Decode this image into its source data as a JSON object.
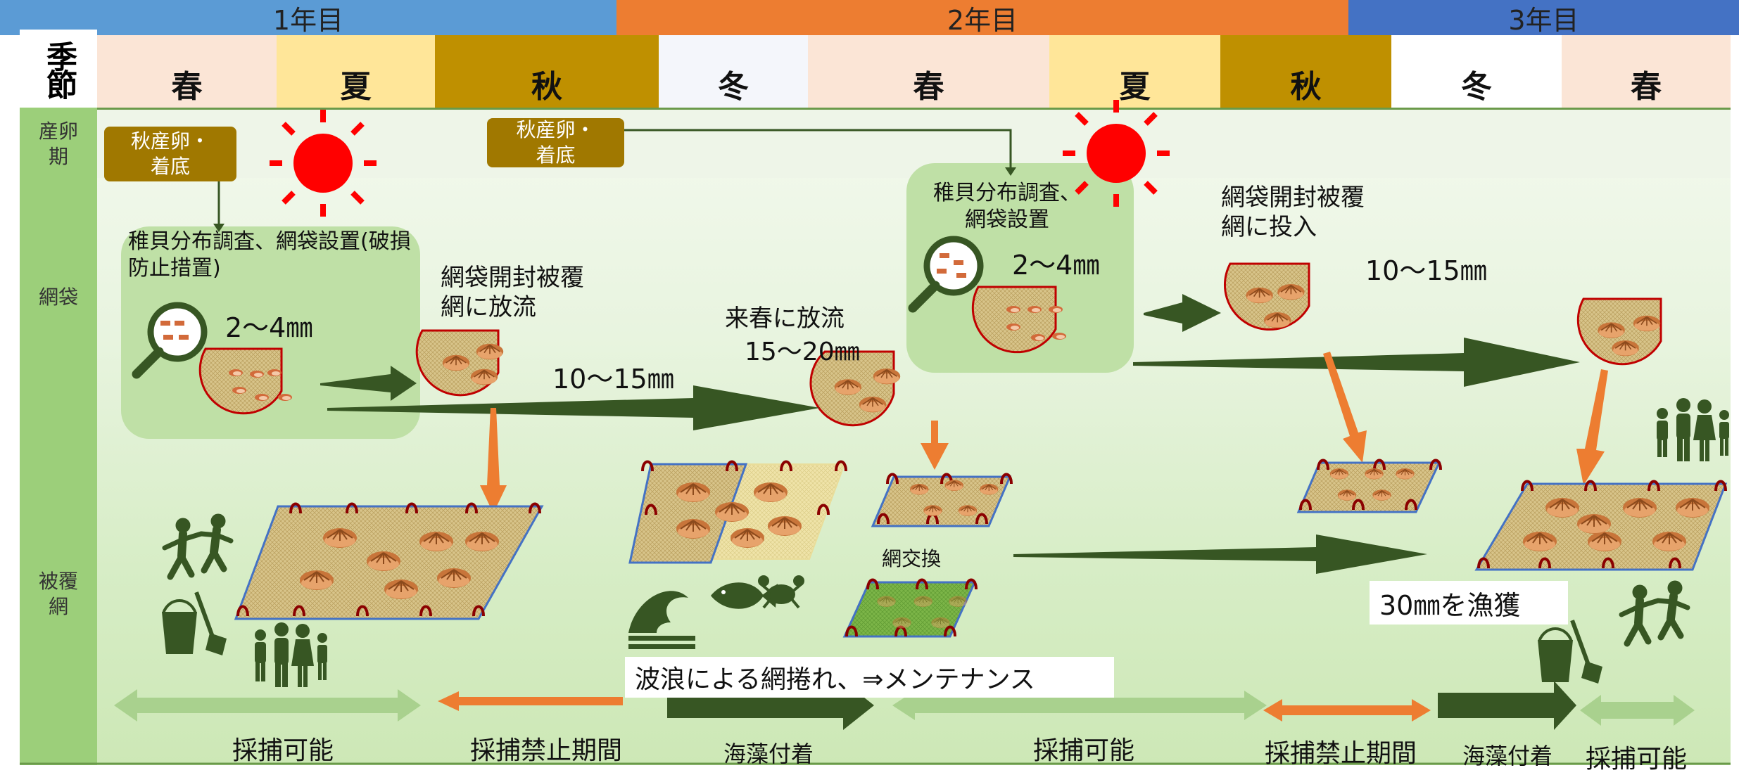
{
  "header": {
    "season_label": "季節",
    "years": [
      {
        "label": "1年目",
        "color": "#5b9bd5"
      },
      {
        "label": "2年目",
        "color": "#ed7d31"
      },
      {
        "label": "3年目",
        "color": "#4472c4"
      }
    ],
    "seasons": [
      "春",
      "夏",
      "秋",
      "冬",
      "春",
      "夏",
      "秋",
      "冬",
      "春"
    ]
  },
  "rows": {
    "spawning": "産卵期",
    "net_bag": "網袋",
    "cover_net": "被覆網"
  },
  "spawning_boxes": [
    {
      "text": "秋産卵・着底"
    },
    {
      "text": "秋産卵・着底"
    }
  ],
  "stages": {
    "survey1_title": "稚貝分布調査、網袋設置(破損防止措置)",
    "survey1_size": "2～4㎜",
    "open1_title": "網袋開封被覆網に放流",
    "open1_size": "10～15㎜",
    "spring_release": "来春に放流",
    "spring_release_size": "15～20㎜",
    "survey2_title": "稚貝分布調査、網袋設置",
    "survey2_size": "2～4㎜",
    "open2_title": "網袋開封被覆網に投入",
    "open2_size": "10～15㎜",
    "net_exchange": "網交換",
    "harvest": "30㎜を漁獲",
    "maintenance": "波浪による網捲れ、⇒メンテナンス"
  },
  "bottom_periods": [
    {
      "label": "採捕可能",
      "kind": "open"
    },
    {
      "label": "採捕禁止期間",
      "kind": "closed"
    },
    {
      "label": "海藻付着",
      "kind": "seaweed"
    },
    {
      "label": "採捕可能",
      "kind": "open"
    },
    {
      "label": "採捕禁止期間",
      "kind": "closed"
    },
    {
      "label": "海藻付着",
      "kind": "seaweed"
    },
    {
      "label": "採捕可能",
      "kind": "open"
    }
  ],
  "colors": {
    "spring": "#fbe5d6",
    "summer": "#ffe699",
    "autumn": "#bf9000",
    "winter": "#f7f9fc",
    "dark_green": "#375623",
    "light_green": "#a9d18e",
    "orange": "#ed7d31",
    "sun_red": "#ff0000"
  },
  "icons": [
    "sun-icon",
    "magnifier-icon",
    "family-icon",
    "kids-playing-icon",
    "bucket-icon",
    "wave-icon",
    "fish-icon",
    "crab-icon",
    "clam-icon",
    "net-icon"
  ]
}
